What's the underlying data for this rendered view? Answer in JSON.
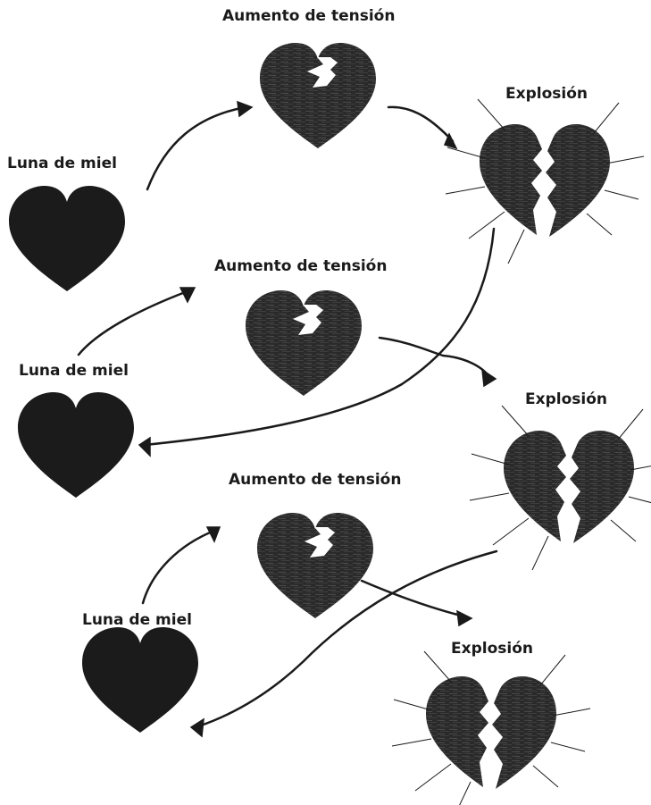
{
  "labels": {
    "honeymoon": "Luna de miel",
    "tension": "Aumento de tensión",
    "explosion": "Explosión"
  },
  "stages": [
    {
      "cycle": 1,
      "stage": "honeymoon",
      "icon": "solid-heart-icon"
    },
    {
      "cycle": 1,
      "stage": "tension",
      "icon": "cracked-heart-icon"
    },
    {
      "cycle": 1,
      "stage": "explosion",
      "icon": "broken-heart-icon"
    },
    {
      "cycle": 2,
      "stage": "honeymoon",
      "icon": "solid-heart-icon"
    },
    {
      "cycle": 2,
      "stage": "tension",
      "icon": "cracked-heart-icon"
    },
    {
      "cycle": 2,
      "stage": "explosion",
      "icon": "broken-heart-icon"
    },
    {
      "cycle": 3,
      "stage": "honeymoon",
      "icon": "solid-heart-icon"
    },
    {
      "cycle": 3,
      "stage": "tension",
      "icon": "cracked-heart-icon"
    },
    {
      "cycle": 3,
      "stage": "explosion",
      "icon": "broken-heart-icon"
    }
  ],
  "colors": {
    "heart_solid": "#1b1b1b",
    "heart_textured": "#2a2a2a",
    "texture_line": "#5a5a5a",
    "stroke": "#1a1a1a"
  }
}
